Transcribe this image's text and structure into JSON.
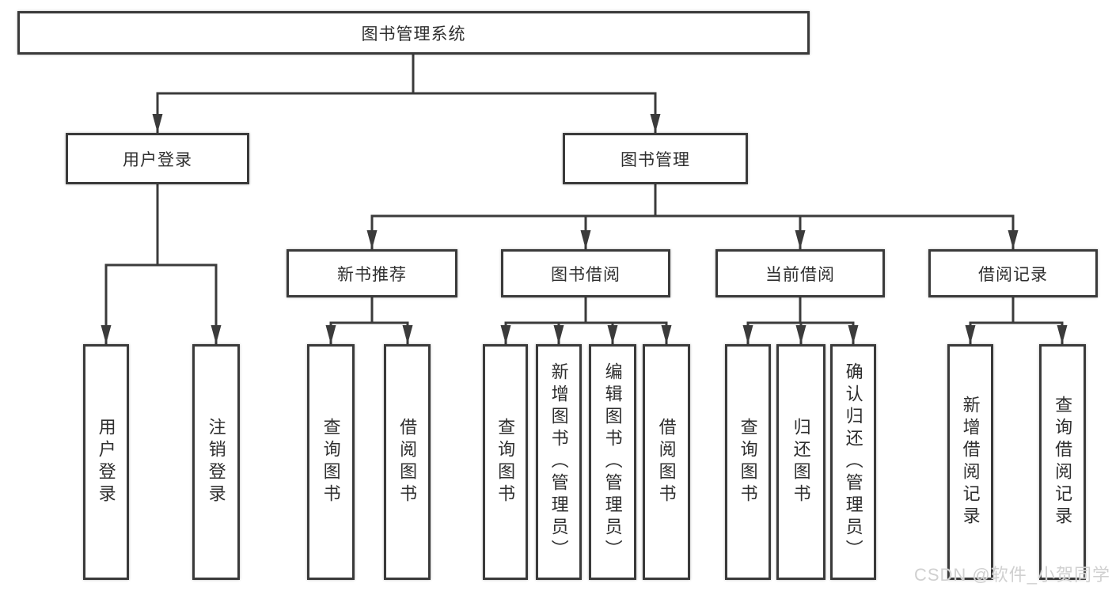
{
  "diagram": {
    "root": {
      "label": "图书管理系统"
    },
    "level2": {
      "user_login": {
        "label": "用户登录"
      },
      "book_management": {
        "label": "图书管理"
      }
    },
    "level3": {
      "new_book_recommend": {
        "label": "新书推荐"
      },
      "book_borrowing": {
        "label": "图书借阅"
      },
      "current_borrowing": {
        "label": "当前借阅"
      },
      "borrowing_records": {
        "label": "借阅记录"
      }
    },
    "leaves": {
      "user_login": {
        "label": "用户登录"
      },
      "logout": {
        "label": "注销登录"
      },
      "recommend_query_books": {
        "label": "查询图书"
      },
      "recommend_borrow_books": {
        "label": "借阅图书"
      },
      "borrowing_query_books": {
        "label": "查询图书"
      },
      "borrowing_add_books_admin": {
        "label": "新增图书（管理员）"
      },
      "borrowing_edit_books_admin": {
        "label": "编辑图书（管理员）"
      },
      "borrowing_borrow_books": {
        "label": "借阅图书"
      },
      "current_query_books": {
        "label": "查询图书"
      },
      "current_return_books": {
        "label": "归还图书"
      },
      "current_confirm_return_admin": {
        "label": "确认归还（管理员）"
      },
      "records_add_record": {
        "label": "新增借阅记录"
      },
      "records_query_record": {
        "label": "查询借阅记录"
      }
    }
  },
  "watermark": {
    "text": "CSDN @软件_小贺同学"
  },
  "colors": {
    "line": "#3b3b3b",
    "box_border": "#3a3a3a",
    "text": "#2f2f2f",
    "watermark": "#d0d0d0",
    "background": "#ffffff"
  }
}
